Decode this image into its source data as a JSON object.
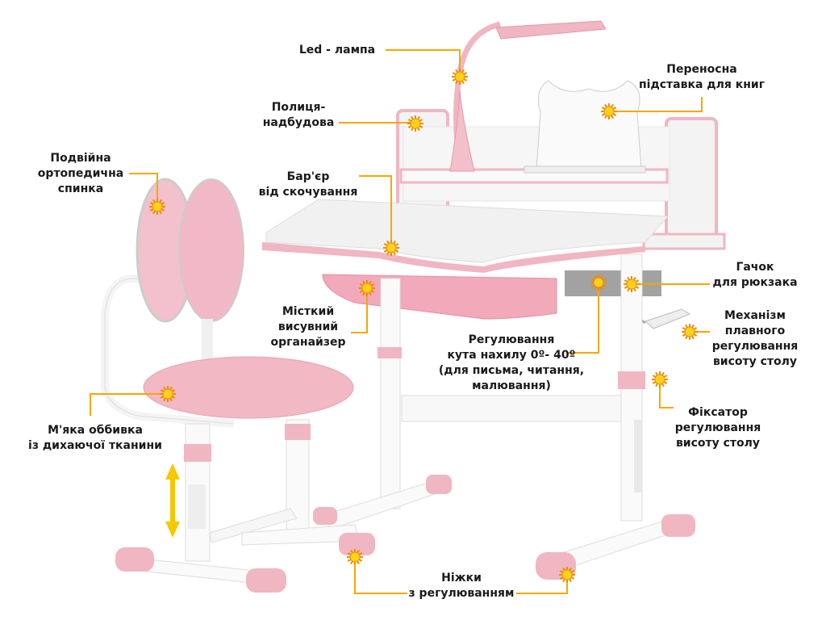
{
  "colors": {
    "accent": "#f5a800",
    "pink": "#f0b6c2",
    "pink_dark": "#e79aaa",
    "marker": "#ffd21a"
  },
  "labels": {
    "lamp": [
      "Led - лампа"
    ],
    "book_stand": [
      "Переносна",
      "підставка для книг"
    ],
    "shelf": [
      "Полиця-",
      "надбудова"
    ],
    "backrest": [
      "Подвійна",
      "ортопедична",
      "спинка"
    ],
    "barrier": [
      "Бар'єр",
      "від скочування"
    ],
    "hook": [
      "Гачок",
      "для рюкзака"
    ],
    "organizer": [
      "Місткий",
      "висувний",
      "органайзер"
    ],
    "mechanism": [
      "Механізм",
      "плавного",
      "регулювання",
      "висоту столу"
    ],
    "tilt": [
      "Регулювання",
      "кута нахилу 0º- 40º",
      "(для письма, читання,",
      "малювання)"
    ],
    "lock": [
      "Фіксатор",
      "регулювання",
      "висоту столу"
    ],
    "upholstery": [
      "М'яка оббивка",
      "із дихаючої тканини"
    ],
    "legs": [
      "Ніжки",
      "з регулюванням"
    ]
  }
}
